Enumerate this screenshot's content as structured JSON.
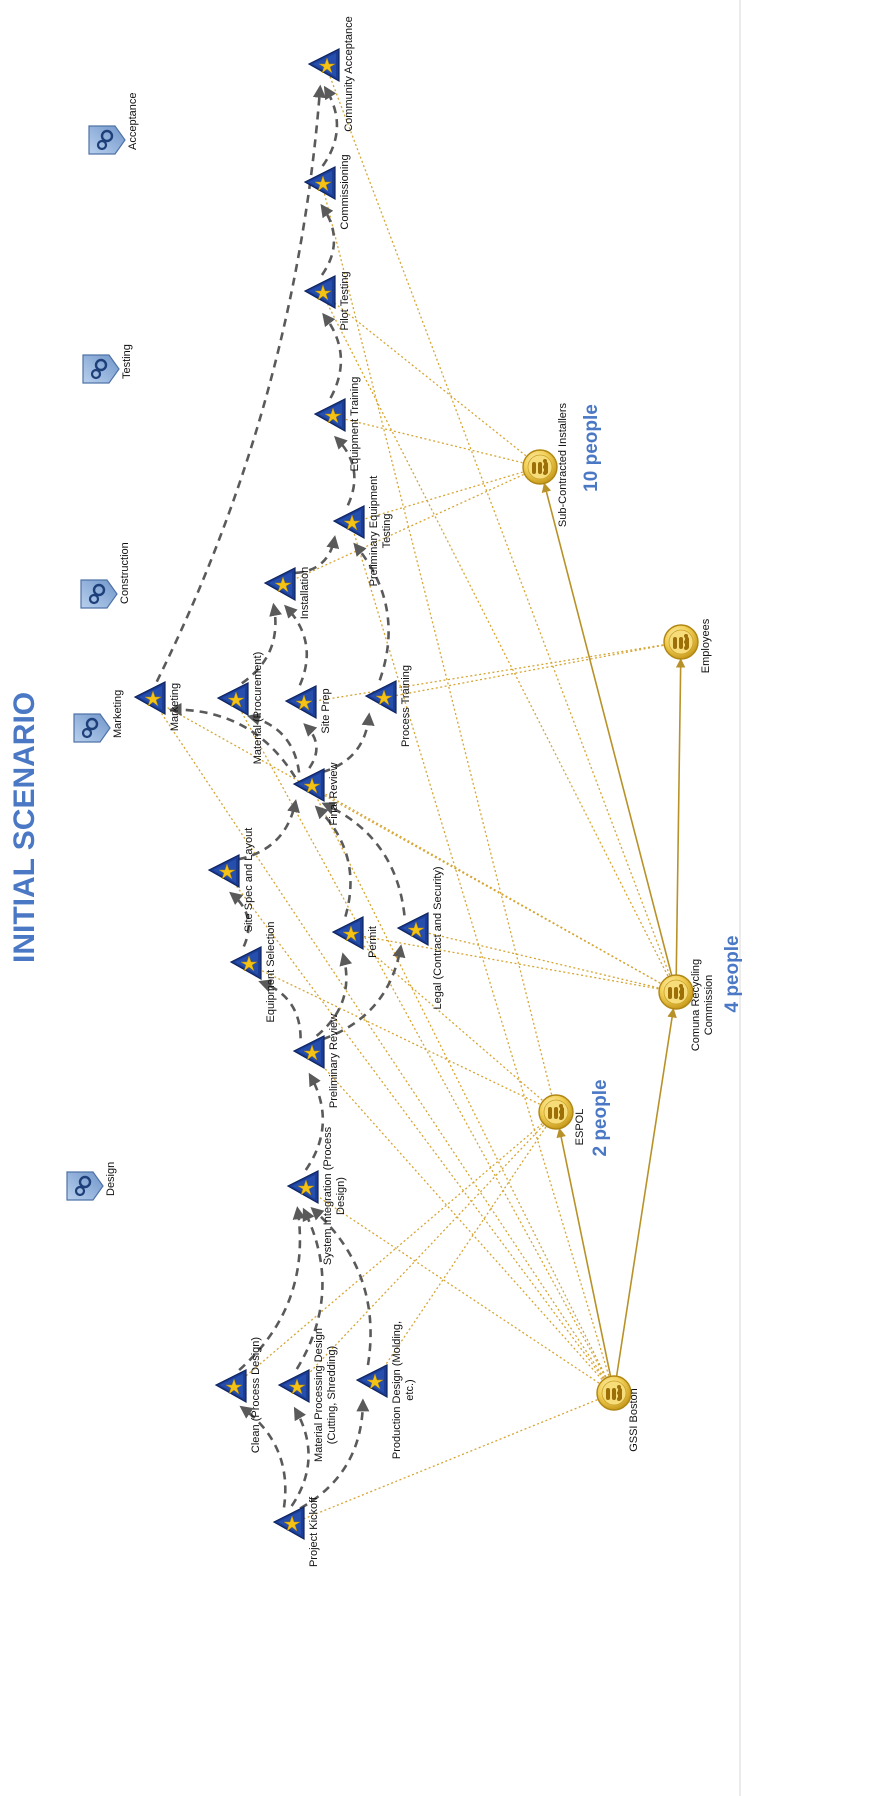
{
  "title": "INITIAL SCENARIO",
  "colors": {
    "title": "#4a78c4",
    "task_icon": "#1b3d95",
    "task_star": "#f4c316",
    "resource": "#e2b427",
    "dependency_edge": "#5a5a5a",
    "assignment_edge": "#d6a634"
  },
  "phases": [
    {
      "id": "design",
      "label": "Design",
      "icon": "phase-gears-icon"
    },
    {
      "id": "marketing",
      "label": "Marketing",
      "icon": "phase-gears-icon"
    },
    {
      "id": "construction",
      "label": "Construction",
      "icon": "phase-gears-icon"
    },
    {
      "id": "testing",
      "label": "Testing",
      "icon": "phase-gears-icon"
    },
    {
      "id": "acceptance",
      "label": "Acceptance",
      "icon": "phase-gears-icon"
    }
  ],
  "tasks": [
    {
      "id": "kickoff",
      "lines": [
        "Project Kickoff"
      ]
    },
    {
      "id": "clean",
      "lines": [
        "Clean (Process Design)"
      ]
    },
    {
      "id": "material_processing",
      "lines": [
        "Material Processing Design",
        "(Cutting, Shredding)"
      ]
    },
    {
      "id": "production_design",
      "lines": [
        "Production Design (Molding,",
        "etc.)"
      ]
    },
    {
      "id": "system_integration",
      "lines": [
        "System Integration (Process",
        "Design)"
      ]
    },
    {
      "id": "preliminary_review",
      "lines": [
        "Preliminary Review"
      ]
    },
    {
      "id": "equipment_selection",
      "lines": [
        "Equipment Selection"
      ]
    },
    {
      "id": "site_spec",
      "lines": [
        "Site Spec and Layout"
      ]
    },
    {
      "id": "permit",
      "lines": [
        "Permit"
      ]
    },
    {
      "id": "legal",
      "lines": [
        "Legal (Contract and Security)"
      ]
    },
    {
      "id": "final_review",
      "lines": [
        "Final Review"
      ]
    },
    {
      "id": "marketing_task",
      "lines": [
        "Marketing"
      ]
    },
    {
      "id": "material_procurement",
      "lines": [
        "Material (Procurement)"
      ]
    },
    {
      "id": "site_prep",
      "lines": [
        "Site Prep"
      ]
    },
    {
      "id": "process_training",
      "lines": [
        "Process Training"
      ]
    },
    {
      "id": "installation",
      "lines": [
        "Installation"
      ]
    },
    {
      "id": "prelim_equipment_testing",
      "lines": [
        "Preliminary Equipment",
        "Testing"
      ]
    },
    {
      "id": "equipment_training",
      "lines": [
        "Equipment Training"
      ]
    },
    {
      "id": "pilot_testing",
      "lines": [
        "Pilot Testing"
      ]
    },
    {
      "id": "commissioning",
      "lines": [
        "Commissioning"
      ]
    },
    {
      "id": "community_acceptance",
      "lines": [
        "Community Acceptance"
      ]
    }
  ],
  "resources": [
    {
      "id": "gssi",
      "lines": [
        "GSSI Boston"
      ],
      "people": ""
    },
    {
      "id": "espol",
      "lines": [
        "ESPOL"
      ],
      "people": "2 people"
    },
    {
      "id": "comuna",
      "lines": [
        "Comuna Recycling",
        "Commission"
      ],
      "people": "4 people"
    },
    {
      "id": "employees",
      "lines": [
        "Employees"
      ],
      "people": ""
    },
    {
      "id": "subcontracted",
      "lines": [
        "Sub-Contracted Installers"
      ],
      "people": "10 people"
    }
  ],
  "dependencies": [
    [
      "kickoff",
      "clean"
    ],
    [
      "kickoff",
      "material_processing"
    ],
    [
      "kickoff",
      "production_design"
    ],
    [
      "clean",
      "system_integration"
    ],
    [
      "material_processing",
      "system_integration"
    ],
    [
      "production_design",
      "system_integration"
    ],
    [
      "system_integration",
      "preliminary_review"
    ],
    [
      "preliminary_review",
      "equipment_selection"
    ],
    [
      "preliminary_review",
      "permit"
    ],
    [
      "preliminary_review",
      "legal"
    ],
    [
      "equipment_selection",
      "site_spec"
    ],
    [
      "site_spec",
      "final_review"
    ],
    [
      "permit",
      "final_review"
    ],
    [
      "legal",
      "final_review"
    ],
    [
      "final_review",
      "marketing_task"
    ],
    [
      "final_review",
      "material_procurement"
    ],
    [
      "final_review",
      "site_prep"
    ],
    [
      "final_review",
      "process_training"
    ],
    [
      "material_procurement",
      "installation"
    ],
    [
      "site_prep",
      "installation"
    ],
    [
      "installation",
      "prelim_equipment_testing"
    ],
    [
      "process_training",
      "prelim_equipment_testing"
    ],
    [
      "prelim_equipment_testing",
      "equipment_training"
    ],
    [
      "equipment_training",
      "pilot_testing"
    ],
    [
      "pilot_testing",
      "commissioning"
    ],
    [
      "commissioning",
      "community_acceptance"
    ],
    [
      "marketing_task",
      "community_acceptance"
    ]
  ],
  "assignments": [
    [
      "gssi",
      "kickoff"
    ],
    [
      "gssi",
      "system_integration"
    ],
    [
      "gssi",
      "preliminary_review"
    ],
    [
      "gssi",
      "site_spec"
    ],
    [
      "gssi",
      "final_review"
    ],
    [
      "gssi",
      "material_procurement"
    ],
    [
      "gssi",
      "marketing_task"
    ],
    [
      "gssi",
      "prelim_equipment_testing"
    ],
    [
      "espol",
      "clean"
    ],
    [
      "espol",
      "material_processing"
    ],
    [
      "espol",
      "production_design"
    ],
    [
      "espol",
      "equipment_selection"
    ],
    [
      "espol",
      "permit"
    ],
    [
      "espol",
      "commissioning"
    ],
    [
      "comuna",
      "permit"
    ],
    [
      "comuna",
      "legal"
    ],
    [
      "comuna",
      "final_review"
    ],
    [
      "comuna",
      "marketing_task"
    ],
    [
      "comuna",
      "community_acceptance"
    ],
    [
      "comuna",
      "pilot_testing"
    ],
    [
      "employees",
      "process_training"
    ],
    [
      "employees",
      "site_prep"
    ],
    [
      "subcontracted",
      "installation"
    ],
    [
      "subcontracted",
      "prelim_equipment_testing"
    ],
    [
      "subcontracted",
      "equipment_training"
    ],
    [
      "subcontracted",
      "pilot_testing"
    ]
  ],
  "resource_links": [
    [
      "gssi",
      "espol"
    ],
    [
      "gssi",
      "comuna"
    ],
    [
      "comuna",
      "employees"
    ],
    [
      "comuna",
      "subcontracted"
    ]
  ]
}
